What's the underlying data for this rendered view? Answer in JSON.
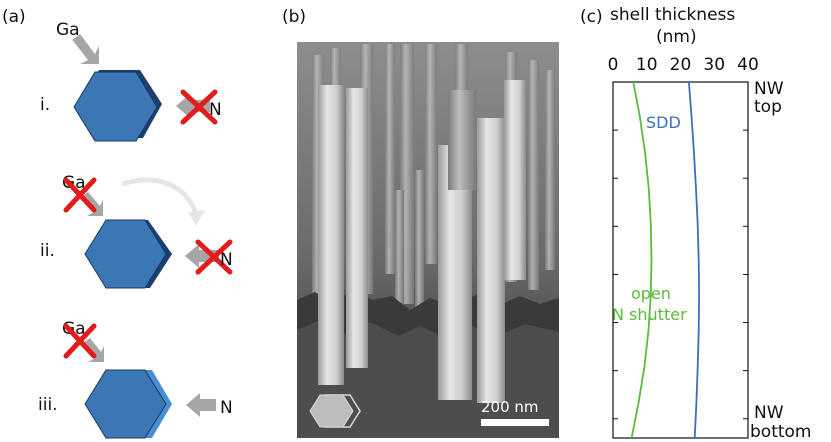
{
  "panel_a": {
    "label": "(a)",
    "rows": [
      {
        "numeral": "i.",
        "ga": "Ga",
        "n": "N"
      },
      {
        "numeral": "ii.",
        "ga": "Ga",
        "n": "N"
      },
      {
        "numeral": "iii.",
        "ga": "Ga",
        "n": "N"
      }
    ],
    "colors": {
      "hex_face": "#3b77b4",
      "hex_shadow": "#1c3f6e",
      "arrow": "#a6a6a6",
      "cross": "#e21b1b",
      "curve": "#e6e6e6"
    }
  },
  "panel_b": {
    "label": "(b)",
    "scale_bar": "200 nm"
  },
  "panel_c": {
    "label": "(c)",
    "title_line1": "shell thickness",
    "title_line2": "(nm)",
    "top_label_1": "NW",
    "top_label_2": "top",
    "bottom_label_1": "NW",
    "bottom_label_2": "bottom",
    "series_sdd": "SDD",
    "series_open_1": "open",
    "series_open_2": "N shutter",
    "colors": {
      "sdd": "#3b6fb6",
      "open": "#5cbb3a"
    }
  },
  "chart_data": {
    "type": "line",
    "xlabel": "shell thickness (nm)",
    "xlim": [
      0,
      40
    ],
    "x_ticks": [
      0,
      10,
      20,
      30,
      40
    ],
    "y_top_label": "NW top",
    "y_bottom_label": "NW bottom",
    "series": [
      {
        "name": "SDD",
        "color": "#3b6fb6",
        "position": [
          0,
          0.1,
          0.2,
          0.3,
          0.4,
          0.5,
          0.6,
          0.7,
          0.8,
          0.9,
          1.0
        ],
        "thickness": [
          22.5,
          23.3,
          24.0,
          24.6,
          25.1,
          25.4,
          25.5,
          25.4,
          25.1,
          24.7,
          24.2
        ]
      },
      {
        "name": "open N shutter",
        "color": "#5cbb3a",
        "position": [
          0,
          0.1,
          0.2,
          0.3,
          0.4,
          0.5,
          0.6,
          0.7,
          0.8,
          0.9,
          1.0
        ],
        "thickness": [
          6.0,
          8.0,
          9.5,
          10.6,
          11.2,
          11.4,
          11.2,
          10.5,
          9.3,
          7.6,
          5.5
        ]
      }
    ]
  }
}
